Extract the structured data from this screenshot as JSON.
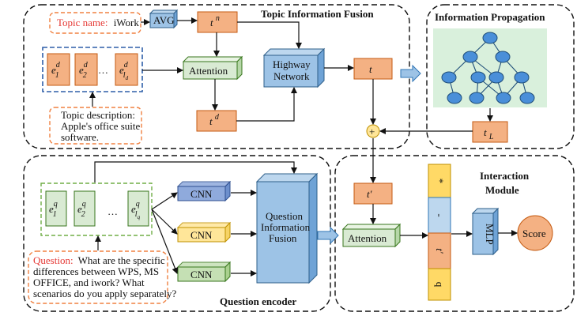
{
  "panels": {
    "topic_fusion": "Topic Information Fusion",
    "info_propagation": "Information Propagation",
    "interaction": "Interaction Module",
    "question_encoder": "Question encoder"
  },
  "topic_name": {
    "label": "Topic name:",
    "value": "iWork"
  },
  "topic_description": {
    "label": "Topic description:",
    "lines": [
      "Apple's office suite",
      "software."
    ]
  },
  "question": {
    "label": "Question:",
    "lines": [
      "What are the specific",
      "differences between WPS, MS",
      "OFFICE, and iwork? What",
      "scenarios do you apply separately?"
    ]
  },
  "blocks": {
    "avg": "AVG",
    "attention_top": "Attention",
    "highway_network": [
      "Highway",
      "Network"
    ],
    "cnn": "CNN",
    "question_fusion": [
      "Question",
      "Information",
      "Fusion"
    ],
    "attention_bottom": "Attention",
    "mlp": "MLP",
    "score": "Score",
    "plus": "+",
    "ellipsis": "…"
  },
  "symbols": {
    "t_n": {
      "base": "t",
      "sup": "n"
    },
    "t_d": {
      "base": "t",
      "sup": "d"
    },
    "t": {
      "base": "t"
    },
    "t_L": {
      "base": "t",
      "sub": "L"
    },
    "t_prime": {
      "base": "t′"
    },
    "e_d": [
      {
        "base": "e",
        "sup": "d",
        "sub": "1"
      },
      {
        "base": "e",
        "sup": "d",
        "sub": "2"
      },
      {
        "base": "e",
        "sup": "d",
        "sub": "l",
        "subsub": "d"
      }
    ],
    "e_q": [
      {
        "base": "e",
        "sup": "q",
        "sub": "1"
      },
      {
        "base": "e",
        "sup": "q",
        "sub": "2"
      },
      {
        "base": "e",
        "sup": "q",
        "sub": "l",
        "subsub": "q"
      }
    ]
  },
  "interaction_vector": [
    "*",
    "-",
    "t′",
    "q"
  ],
  "colors": {
    "orange_box": "#f4b183",
    "green_box": "#d9ead3",
    "blue_cube": "#9dc3e6",
    "cnn_blue": "#8faadc",
    "cnn_yellow": "#ffe699",
    "cnn_green": "#c5e0b4",
    "yellow_box": "#ffd966",
    "light_blue": "#bdd7ee",
    "tree_bg": "#d9f0dc",
    "node_blue": "#4a8fd9",
    "red_text": "#e53935",
    "dash_orange": "#f08040",
    "dash_green": "#70ad47",
    "dash_blue": "#2e75b6"
  }
}
